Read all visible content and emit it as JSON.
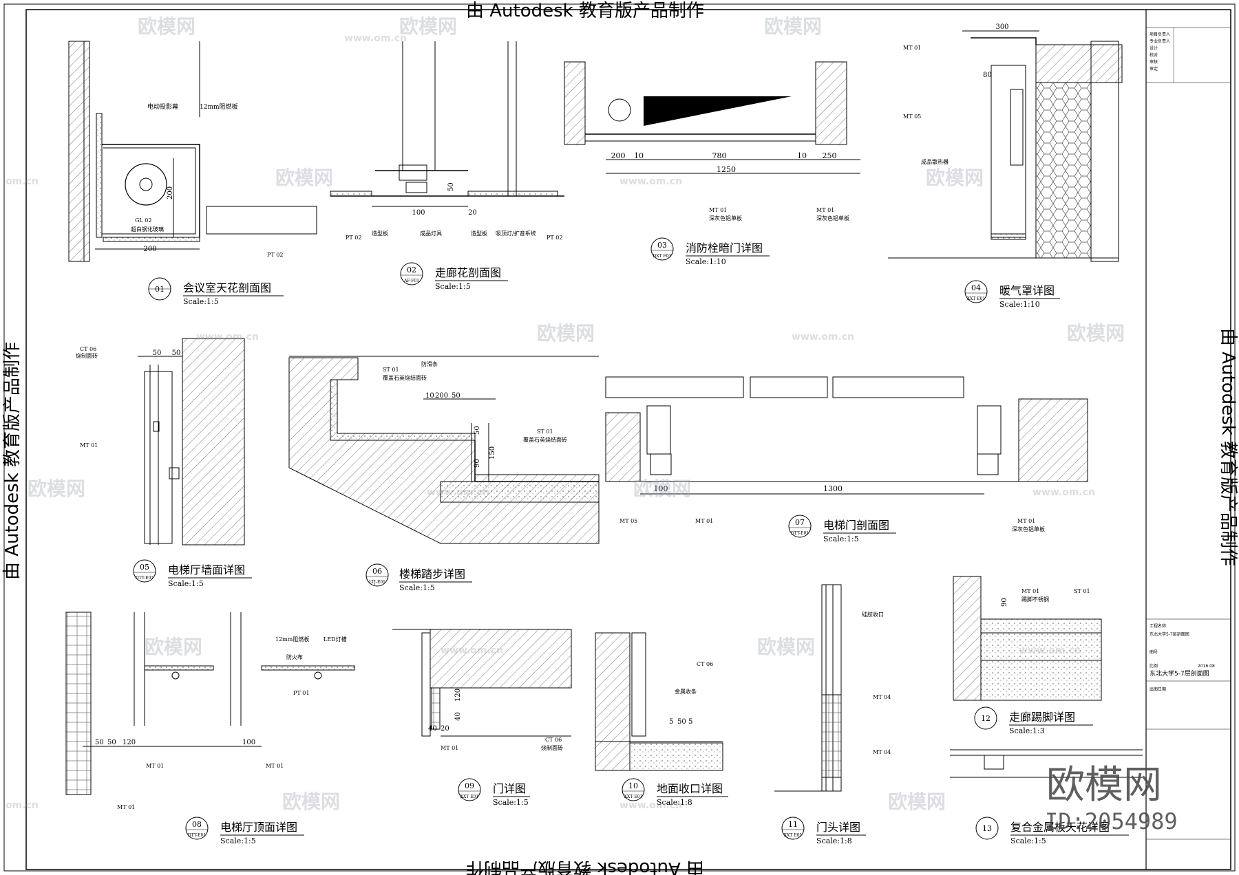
{
  "edu_stamp": "由 Autodesk 教育版产品制作",
  "watermark": {
    "brand": "欧模网",
    "site": "www.om.cn",
    "site_short": "om.cn",
    "logo_text": "欧模网",
    "id_text": "ID:2054989"
  },
  "details": [
    {
      "num": "01",
      "title": "会议室天花剖面图",
      "scale": "Scale:1:5",
      "ref": ""
    },
    {
      "num": "02",
      "title": "走廊花剖面图",
      "scale": "Scale:1:5",
      "ref": "AF-F01"
    },
    {
      "num": "03",
      "title": "消防栓暗门详图",
      "scale": "Scale:1:10",
      "ref": "DXT E01"
    },
    {
      "num": "04",
      "title": "暖气罩详图",
      "scale": "Scale:1:10",
      "ref": "XXT E01"
    },
    {
      "num": "05",
      "title": "电梯厅墙面详图",
      "scale": "Scale:1:5",
      "ref": "DTT-E01"
    },
    {
      "num": "06",
      "title": "楼梯踏步详图",
      "scale": "Scale:1:5",
      "ref": "LTJ-E01"
    },
    {
      "num": "07",
      "title": "电梯门剖面图",
      "scale": "Scale:1:5",
      "ref": "DTT-E01"
    },
    {
      "num": "08",
      "title": "电梯厅顶面详图",
      "scale": "Scale:1:5",
      "ref": "DTT-E01"
    },
    {
      "num": "09",
      "title": "门详图",
      "scale": "Scale:1:5",
      "ref": "XXT E01"
    },
    {
      "num": "10",
      "title": "地面收口详图",
      "scale": "Scale:1:8",
      "ref": "XXT E01"
    },
    {
      "num": "11",
      "title": "门头详图",
      "scale": "Scale:1:8",
      "ref": "XXT E01"
    },
    {
      "num": "12",
      "title": "走廊踢脚详图",
      "scale": "Scale:1:3",
      "ref": ""
    },
    {
      "num": "13",
      "title": "复合金属板天花详图",
      "scale": "Scale:1:5",
      "ref": ""
    }
  ],
  "dims": {
    "d01": [
      "200",
      "200"
    ],
    "d02": [
      "100",
      "50",
      "20"
    ],
    "d03": [
      "200",
      "10",
      "780",
      "10",
      "250",
      "1250"
    ],
    "d04": [
      "300",
      "80"
    ],
    "d05": [
      "50",
      "50"
    ],
    "d06": [
      "10",
      "200",
      "50",
      "50",
      "150",
      "90"
    ],
    "d07": [
      "100",
      "1300"
    ],
    "d08": [
      "50",
      "50",
      "120",
      "100"
    ],
    "d09": [
      "120",
      "40",
      "40",
      "20"
    ],
    "d10": [
      "5",
      "50",
      "5"
    ],
    "d12": [
      "90"
    ]
  },
  "tags": {
    "gl02": "GL 02",
    "pt02": "PT 02",
    "mt01": "MT 01",
    "mt05": "MT 05",
    "ct06": "CT 06",
    "st01": "ST 01",
    "pt01": "PT 01",
    "mt04": "MT 04"
  },
  "notes": {
    "n01a": "电动投影幕",
    "n01b": "12mm阻燃板",
    "n01c": "超白钢化玻璃",
    "n02a": "造型板",
    "n02b": "成品灯具",
    "n02c": "造型板",
    "n02d": "吸顶灯/扩音系统",
    "n03a": "深灰色铝单板",
    "n04a": "成品散热器",
    "n05a": "烧制面砖",
    "n06a": "防滑条",
    "n06b": "覆盖石英烧结面砖",
    "n07a": "深灰色铝单板",
    "n08a": "12mm阻燃板",
    "n08b": "LED灯槽",
    "n08c": "防火布",
    "n09a": "烧制面砖",
    "n10a": "金属收条",
    "n11a": "硅胶收口",
    "n12a": "踢脚不锈钢"
  },
  "title_block": {
    "project": "东北大学5-7层剖面图",
    "drawing": "东北大学5-7层剖面图",
    "date": "2016.08",
    "rows": [
      "项目负责人",
      "专业负责人",
      "设计",
      "校对",
      "审核",
      "审定",
      "出图日期",
      "图号",
      "工程名称",
      "比例"
    ]
  }
}
